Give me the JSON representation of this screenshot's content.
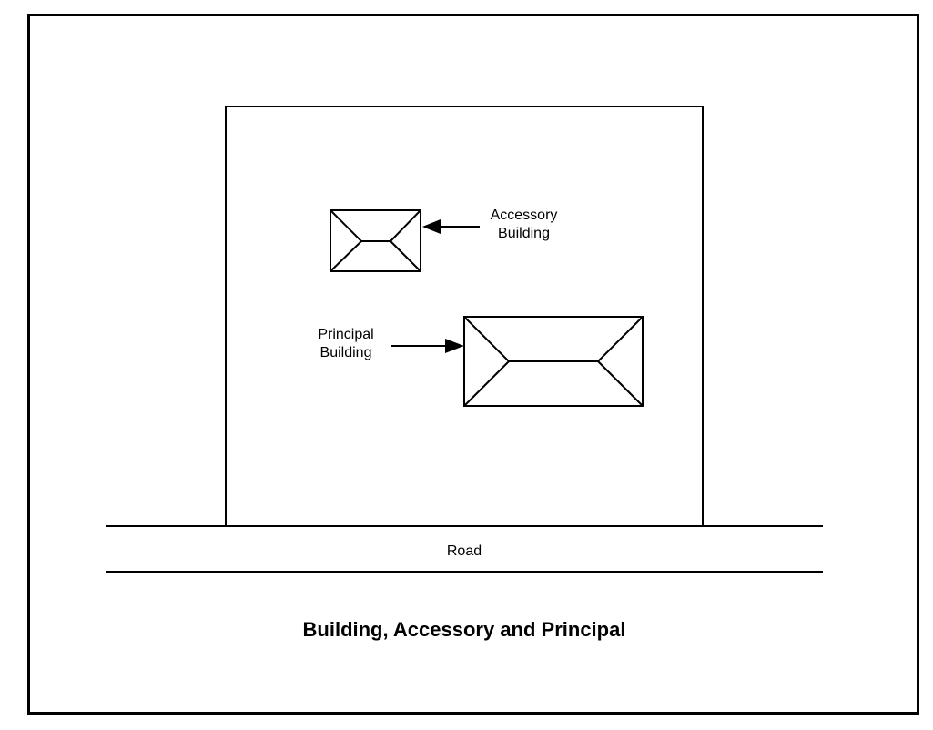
{
  "diagram": {
    "title": "Building, Accessory and Principal",
    "road_label": "Road",
    "accessory_label": [
      "Accessory",
      "Building"
    ],
    "principal_label": [
      "Principal",
      "Building"
    ]
  },
  "colors": {
    "line": "#000000",
    "background": "#ffffff"
  }
}
